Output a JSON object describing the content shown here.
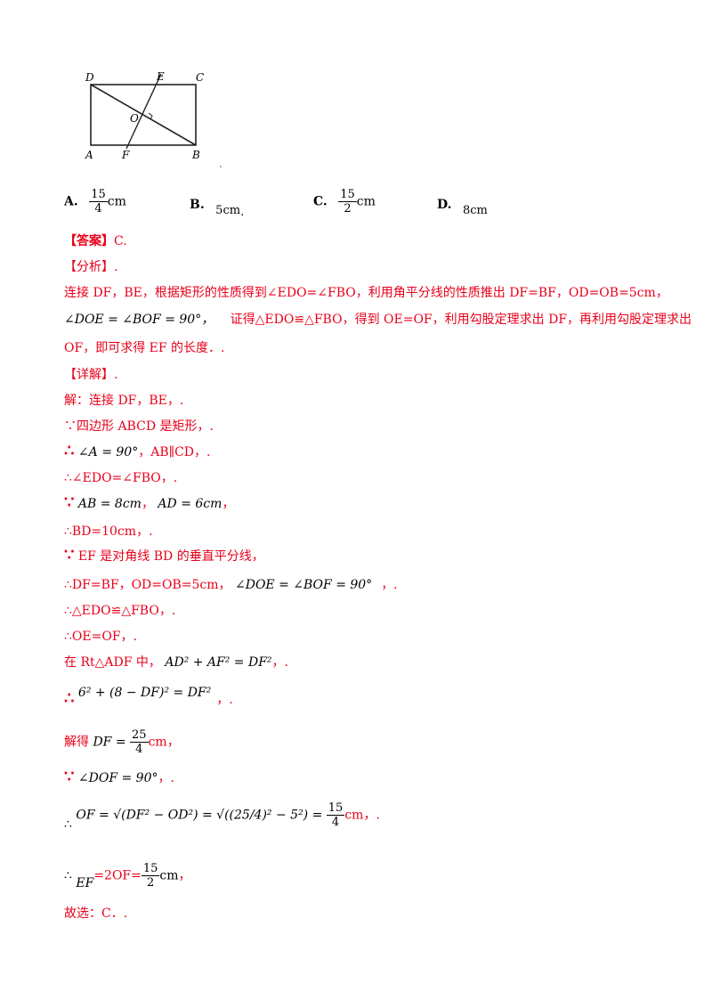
{
  "figure": {
    "labels": {
      "D": "D",
      "E": "E",
      "C": "C",
      "O": "O",
      "A": "A",
      "F": "F",
      "B": "B"
    }
  },
  "options": [
    {
      "letter": "A.",
      "num": "15",
      "den": "4",
      "unit": "cm"
    },
    {
      "letter": "B.",
      "value": "5cm",
      "tail": "."
    },
    {
      "letter": "C.",
      "num": "15",
      "den": "2",
      "unit": "cm"
    },
    {
      "letter": "D.",
      "value": "8cm"
    }
  ],
  "answer": {
    "label": "【答案】",
    "value": "C."
  },
  "analysis": {
    "label": "【分析】",
    "tail": ".",
    "line1": "连接 DF，BE，根据矩形的性质得到∠EDO=∠FBO，利用角平分线的性质推出 DF=BF，OD=OB=5cm，",
    "line2_formula": "∠DOE = ∠BOF = 90°，",
    "line2_text": "证得△EDO≌△FBO，得到 OE=OF，利用勾股定理求出 DF，再利用勾股定理求出",
    "line3": "OF，即可求得 EF 的长度．."
  },
  "detail": {
    "label": "【详解】",
    "tail": ".",
    "l1": "解：连接 DF，BE，.",
    "l2": "∵四边形 ABCD 是矩形，.",
    "l3_sym": "∴",
    "l3_formula": "∠A = 90°",
    "l3_text": "，AB∥CD，.",
    "l4": "∴∠EDO=∠FBO，.",
    "l5_sym": "∵",
    "l5_f1": "AB = 8cm",
    "l5_sep": "，",
    "l5_f2": "AD = 6cm",
    "l5_end": "，",
    "l6": "∴BD=10cm，.",
    "l7_sym": "∵",
    "l7_text": "EF 是对角线 BD 的垂直平分线，",
    "l8_text": "∴DF=BF，OD=OB=5cm，",
    "l8_formula": "∠DOE = ∠BOF = 90°",
    "l8_end": "，.",
    "l9": "∴△EDO≌△FBO，.",
    "l10": "∴OE=OF，.",
    "l11_text": "在 Rt△ADF 中，",
    "l11_formula": "AD² + AF² = DF²",
    "l11_end": "，.",
    "l12_sym": "∴",
    "l12_formula": "6² + (8 − DF)² = DF²",
    "l12_end": "，.",
    "l13_text": "解得",
    "l13_lhs": "DF =",
    "l13_num": "25",
    "l13_den": "4",
    "l13_unit": "cm",
    "l13_end": "，",
    "l14_sym": "∵",
    "l14_formula": "∠DOF = 90°",
    "l14_end": "，.",
    "l15_sym": "∴",
    "l15_lhs": "OF = √(DF² − OD²) = √((25/4)² − 5²) =",
    "l15_num": "15",
    "l15_den": "4",
    "l15_end": "cm，.",
    "l16_sym": "∴",
    "l16_ef": "EF",
    "l16_mid": "=2OF=",
    "l16_num": "15",
    "l16_den": "2",
    "l16_unit": "cm",
    "l16_end": "，",
    "l17": "故选：C．."
  }
}
